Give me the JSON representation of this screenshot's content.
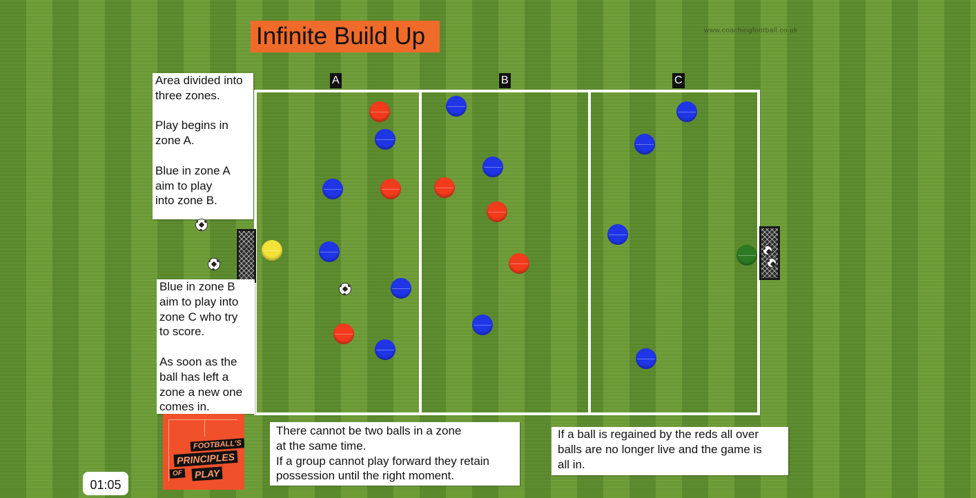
{
  "title": "Infinite Build Up",
  "watermark": "www.coachingfootball.co.uk",
  "zones": {
    "a": "A",
    "b": "B",
    "c": "C"
  },
  "notes": {
    "zones_intro": "Area divided into\nthree zones.\n\nPlay begins in\nzone A.\n\nBlue in zone A\naim to play\ninto zone B.",
    "zone_b": "Blue in zone B\naim to play into\nzone C who try\nto score.\n\nAs soon as the\nball has left a\nzone a new one\ncomes in.",
    "two_balls": "There cannot be two balls in a zone\nat the same time.\nIf a group cannot play forward they retain\npossession until the right moment.",
    "regained": "If a ball is regained by the reds all over\nballs are no longer live and the game is\nall in."
  },
  "book": {
    "line1": "FOOTBALL'S",
    "line2": "PRINCIPLES",
    "line3": "OF",
    "line4": "PLAY"
  },
  "timer": "01:05",
  "colors": {
    "blue": "#1f35e6",
    "red": "#f23a1c",
    "yellow": "#f4e23a",
    "green": "#2e7a22",
    "title_bg": "#f06a2a"
  }
}
